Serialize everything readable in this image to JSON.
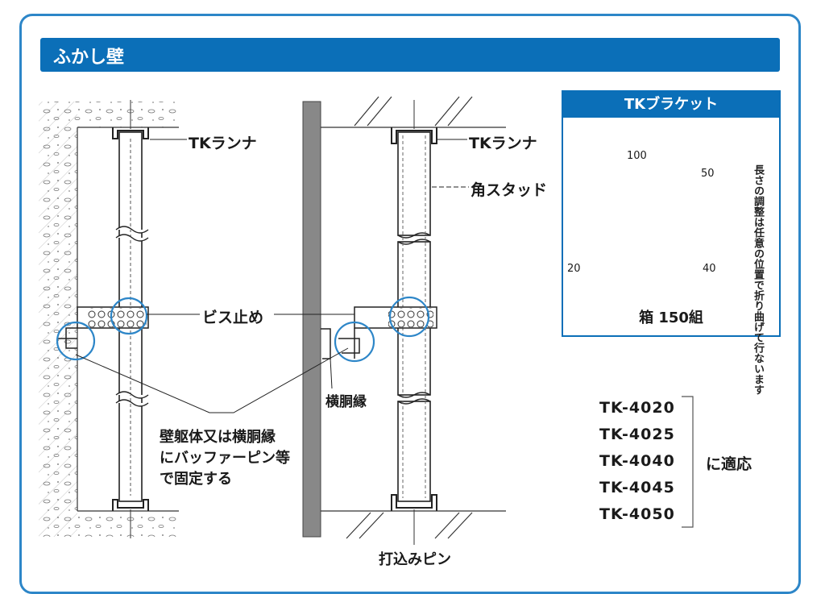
{
  "header": {
    "title": "ふかし壁"
  },
  "labels": {
    "tk_runner_left": "TKランナ",
    "tk_runner_right": "TKランナ",
    "square_stud": "角スタッド",
    "screw_fix": "ビス止め",
    "horizontal_edge": "横胴縁",
    "note_line1": "壁躯体又は横胴縁",
    "note_line2": "にバッファーピン等",
    "note_line3": "で固定する",
    "drive_pin": "打込みピン"
  },
  "bracket": {
    "title": "TKブラケット",
    "dim_100": "100",
    "dim_50": "50",
    "dim_40": "40",
    "dim_20": "20",
    "note": "長さの調整は任意の位置で折り曲げて行ないます",
    "box_qty": "箱 150組"
  },
  "models": [
    "TK-4020",
    "TK-4025",
    "TK-4040",
    "TK-4045",
    "TK-4050"
  ],
  "apply_text": "に適応",
  "colors": {
    "accent": "#0b6fb8",
    "frame": "#2d86c8",
    "circle": "#2d86c8"
  }
}
